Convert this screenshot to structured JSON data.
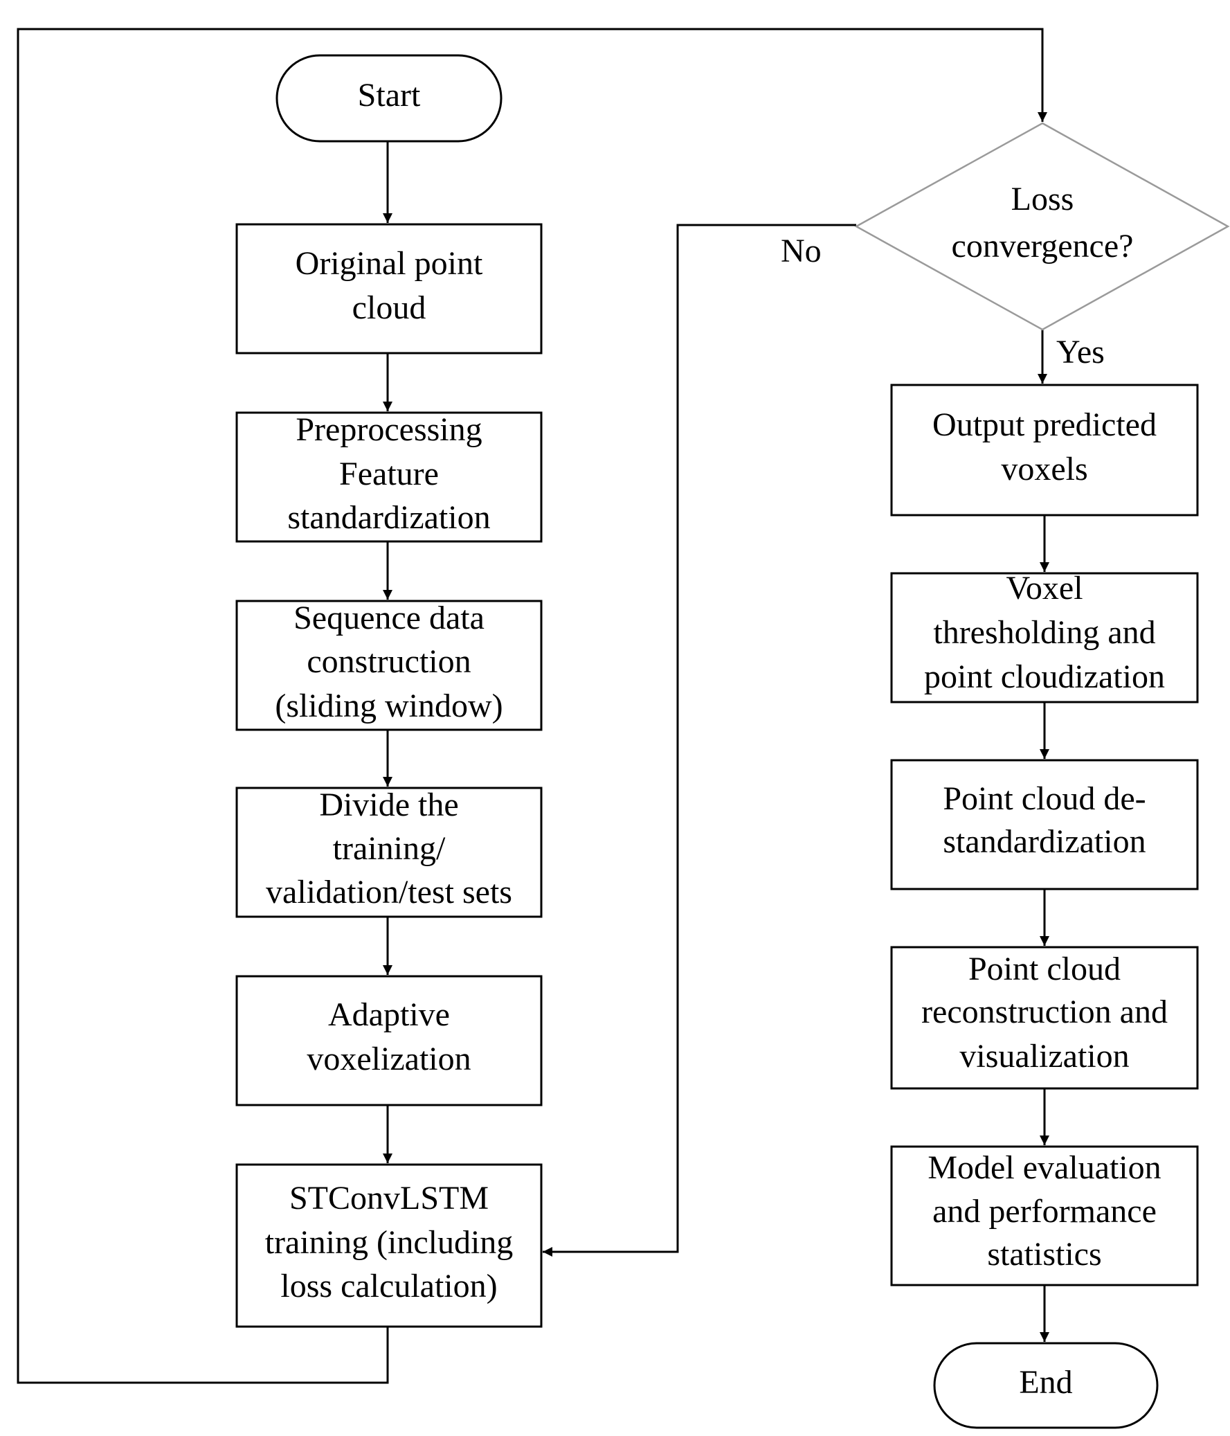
{
  "nodes": {
    "start": {
      "lines": [
        "Start"
      ]
    },
    "original_point_cloud": {
      "lines": [
        "Original point",
        "cloud"
      ]
    },
    "preprocessing": {
      "lines": [
        "Preprocessing",
        "Feature",
        "standardization"
      ]
    },
    "sequence_data": {
      "lines": [
        "Sequence data",
        "construction",
        "(sliding window)"
      ]
    },
    "divide_sets": {
      "lines": [
        "Divide the",
        "training/",
        "validation/test sets"
      ]
    },
    "adaptive_voxelization": {
      "lines": [
        "Adaptive",
        "voxelization"
      ]
    },
    "stconvlstm_training": {
      "lines": [
        "STConvLSTM",
        "training (including",
        "loss calculation)"
      ]
    },
    "loss_convergence": {
      "lines": [
        "Loss",
        "convergence?"
      ]
    },
    "output_voxels": {
      "lines": [
        "Output predicted",
        "voxels"
      ]
    },
    "voxel_thresholding": {
      "lines": [
        "Voxel",
        "thresholding and",
        "point cloudization"
      ]
    },
    "destandardization": {
      "lines": [
        "Point cloud de-",
        "standardization"
      ]
    },
    "reconstruction": {
      "lines": [
        "Point cloud",
        "reconstruction and",
        "visualization"
      ]
    },
    "model_evaluation": {
      "lines": [
        "Model evaluation",
        "and performance",
        "statistics"
      ]
    },
    "end": {
      "lines": [
        "End"
      ]
    }
  },
  "edge_labels": {
    "no": "No",
    "yes": "Yes"
  },
  "colors": {
    "stroke": "#000000",
    "decision_stroke": "#9a9a9a",
    "background": "#ffffff"
  }
}
